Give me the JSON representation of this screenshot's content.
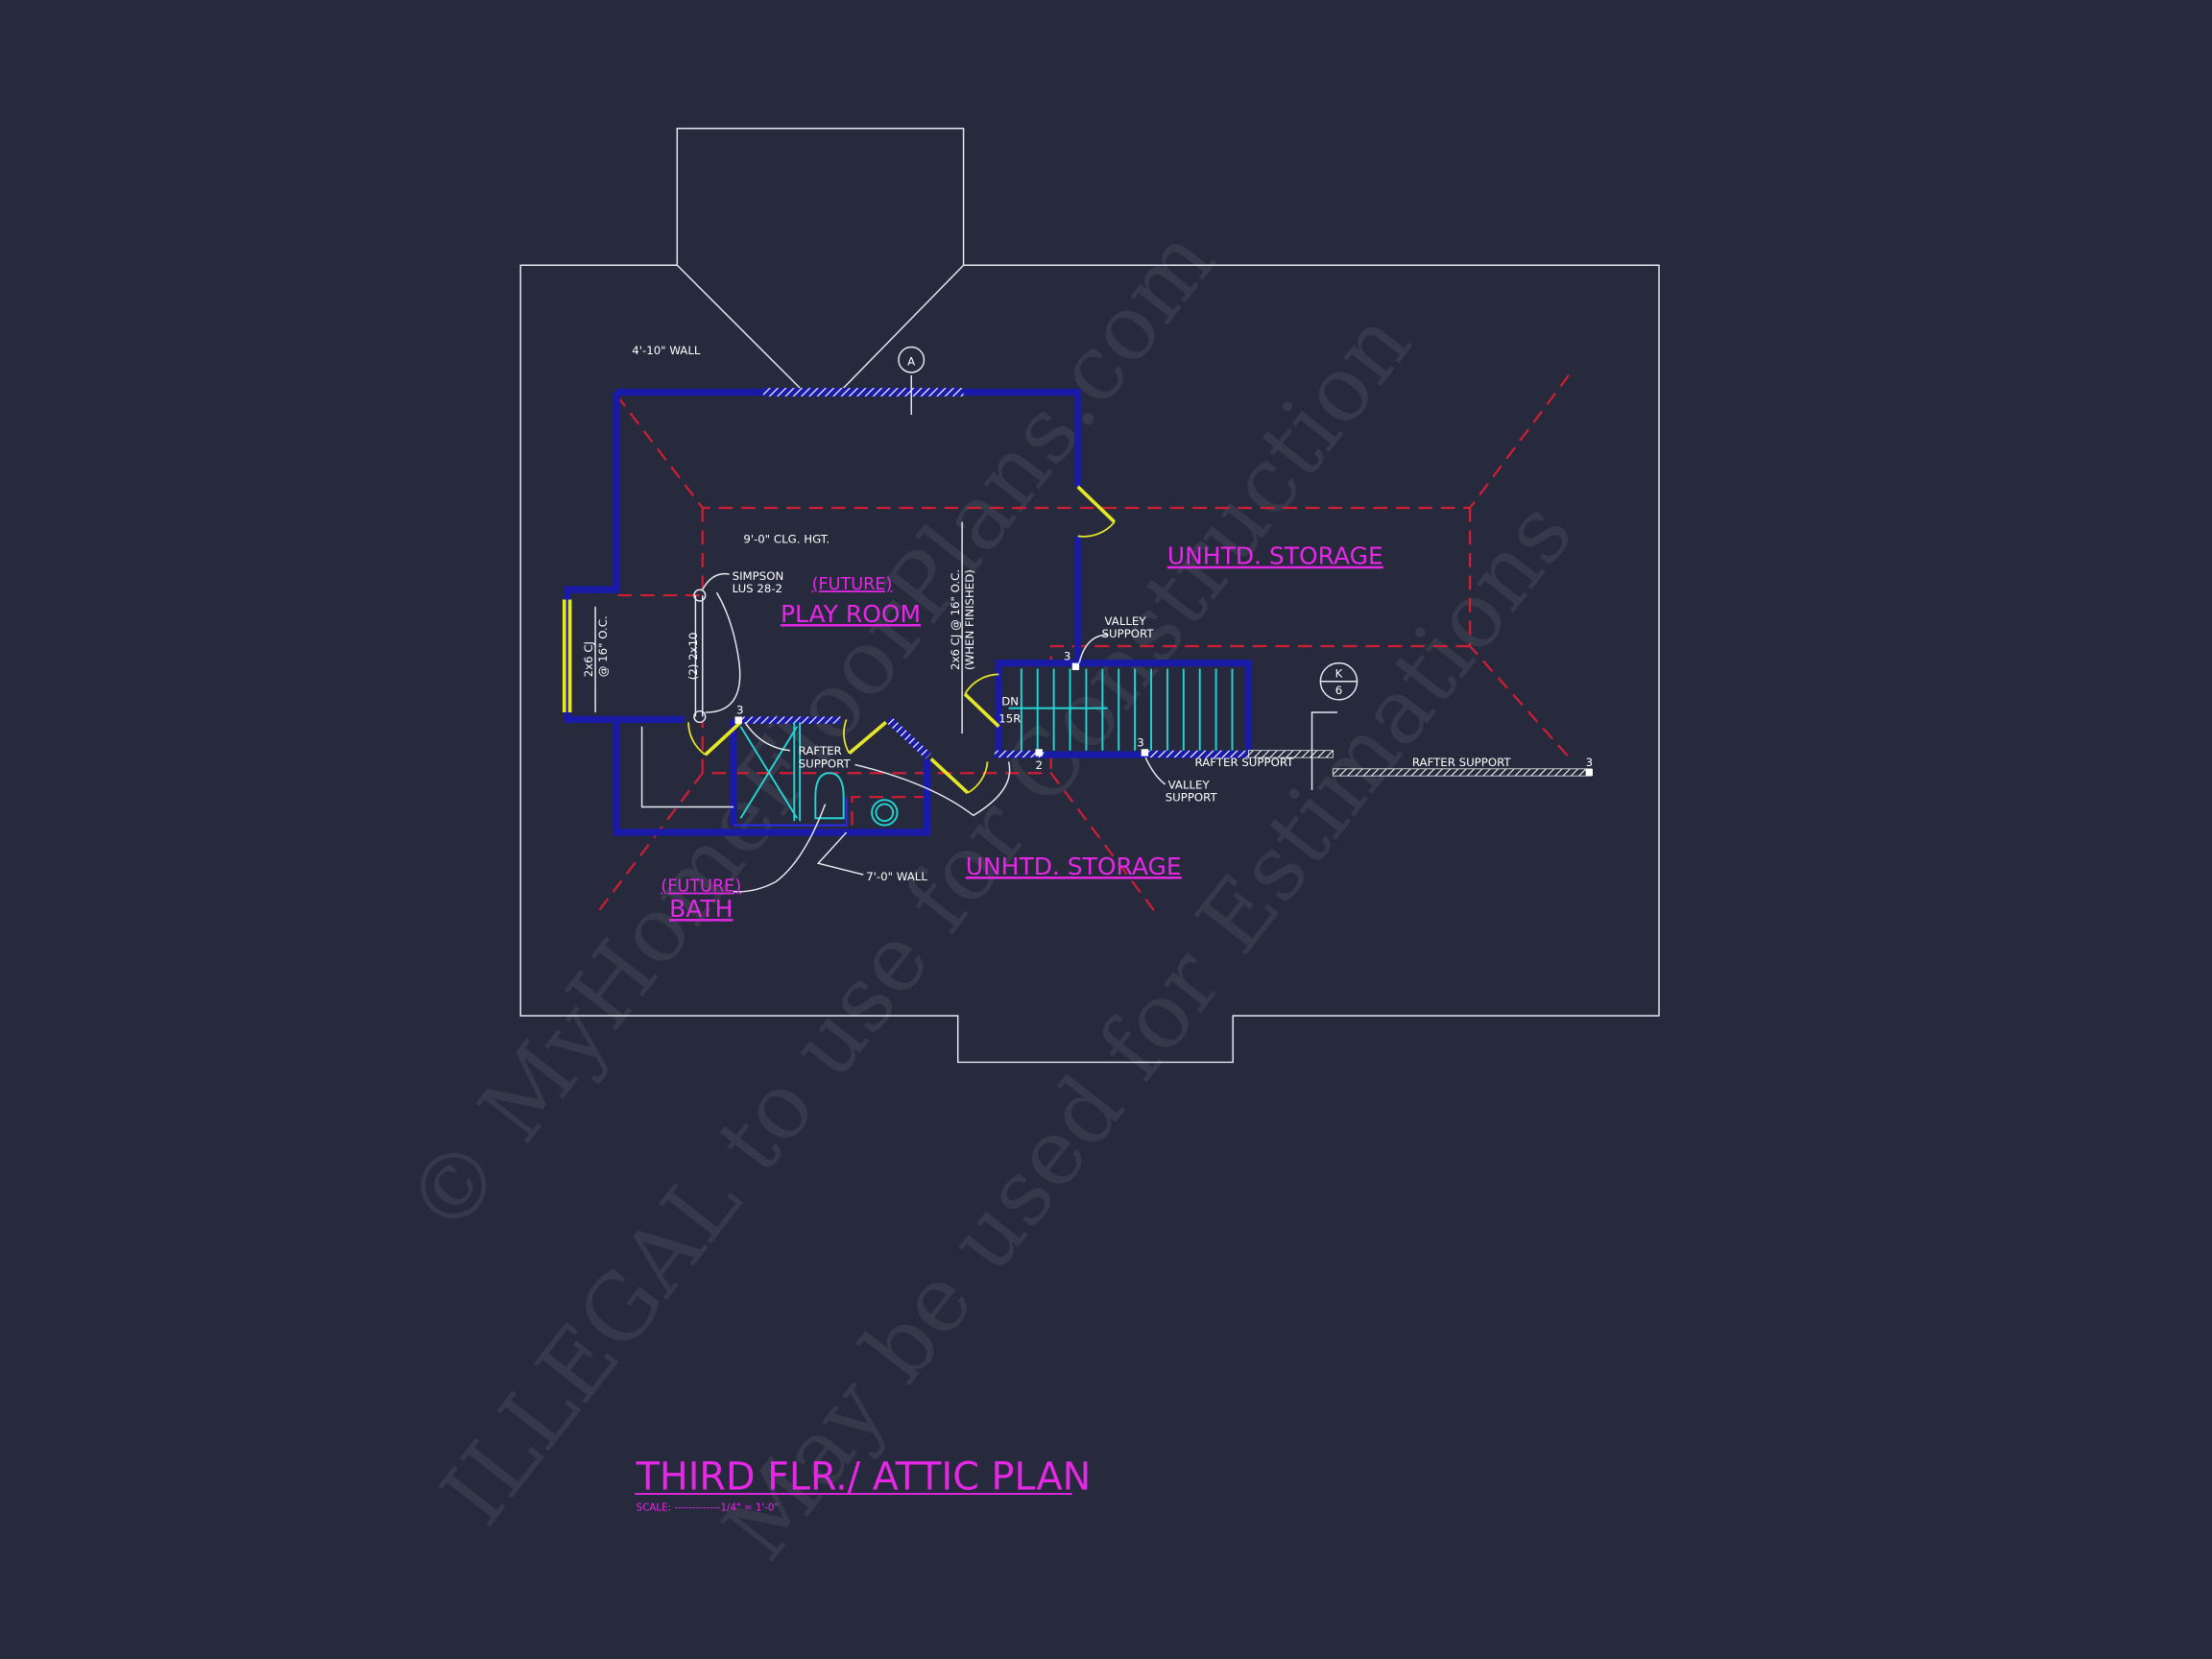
{
  "title": {
    "main": "THIRD FLR./ ATTIC PLAN",
    "scale": "SCALE: -------------1/4\" = 1'-0\""
  },
  "rooms": {
    "play_room_prefix": "(FUTURE)",
    "play_room": "PLAY ROOM",
    "bath_prefix": "(FUTURE)",
    "bath": "BATH",
    "storage_top": "UNHTD. STORAGE",
    "storage_bottom": "UNHTD. STORAGE"
  },
  "notes": {
    "wall_height_top": "4'-10\" WALL",
    "ceiling_height": "9'-0\" CLG. HGT.",
    "simpson_line1": "SIMPSON",
    "simpson_line2": "LUS 28-2",
    "beam": "(2) 2x10",
    "cj_left_line1": "2x6 CJ",
    "cj_left_line2": "@ 16\" O.C.",
    "cj_mid_line1": "2x6 CJ @ 16\" O.C.",
    "cj_mid_line2": "(WHEN FINISHED)",
    "valley_support_top_1": "VALLEY",
    "valley_support_top_2": "SUPPORT",
    "valley_support_bottom_1": "VALLEY",
    "valley_support_bottom_2": "SUPPORT",
    "rafter_support_bath_1": "RAFTER",
    "rafter_support_bath_2": "SUPPORT",
    "rafter_support_mid": "RAFTER SUPPORT",
    "rafter_support_right": "RAFTER SUPPORT",
    "wall_7ft": "7'-0\" WALL",
    "stair_dn": "DN",
    "stair_risers": "15R",
    "post_3a": "3",
    "post_3b": "3",
    "post_3c": "3",
    "post_3d": "3",
    "post_2": "2"
  },
  "markers": {
    "section_a": "A",
    "detail_k_top": "K",
    "detail_k_bottom": "6"
  },
  "watermark": {
    "line1": "© MyHomeFloorPlans.com",
    "line2": "ILLEGAL to use for Construction",
    "line3": "May be used for Estimations"
  },
  "colors": {
    "background": "#262a3c",
    "wall": "#1a1aa8",
    "label": "#e628e6",
    "ridge": "#d01e34",
    "stair": "#22d6d6",
    "door": "#e6e628"
  }
}
